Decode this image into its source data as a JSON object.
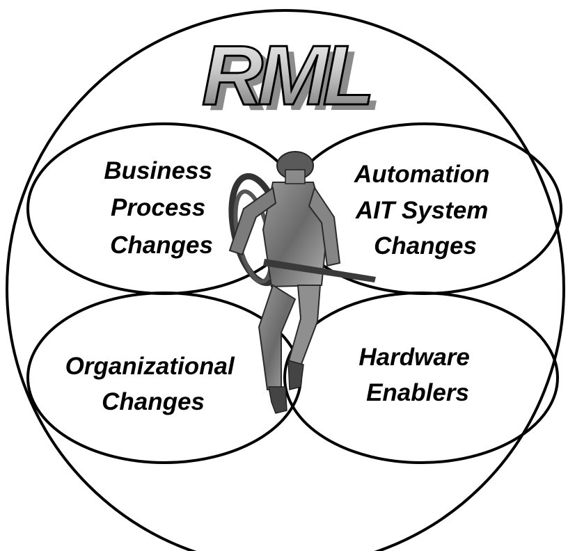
{
  "title": "RML",
  "regions": [
    {
      "id": "business",
      "lines": [
        "Business",
        "Process",
        "Changes"
      ]
    },
    {
      "id": "automation",
      "lines": [
        "Automation",
        "AIT System",
        "Changes"
      ]
    },
    {
      "id": "organizational",
      "lines": [
        "Organizational",
        "Changes"
      ]
    },
    {
      "id": "hardware",
      "lines": [
        "Hardware",
        "Enablers"
      ]
    }
  ],
  "colors": {
    "outline": "#000000",
    "background": "#ffffff",
    "title_fill_light": "#e4e4e4",
    "title_fill_dark": "#7a7a7a",
    "title_shadow": "#9a9a9a"
  },
  "icons": {
    "center_figure": "soldier-illustration"
  }
}
